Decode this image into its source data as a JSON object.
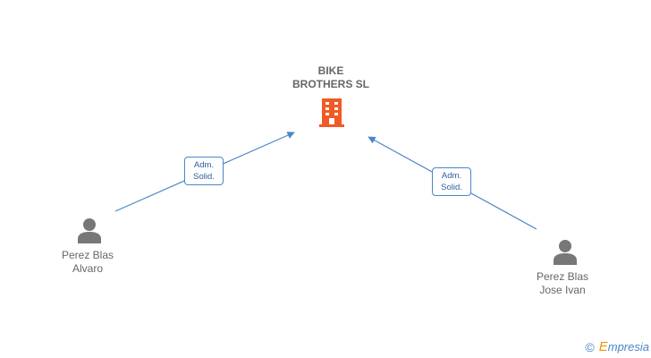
{
  "company": {
    "name_line1": "BIKE",
    "name_line2": "BROTHERS SL",
    "icon": "building-icon",
    "icon_color": "#f15a24"
  },
  "people": [
    {
      "id": "perez-blas-alvaro",
      "line1": "Perez Blas",
      "line2": "Alvaro",
      "icon": "person-icon",
      "relation": {
        "line1": "Adm.",
        "line2": "Solid."
      }
    },
    {
      "id": "perez-blas-jose-ivan",
      "line1": "Perez Blas",
      "line2": "Jose Ivan",
      "icon": "person-icon",
      "relation": {
        "line1": "Adm.",
        "line2": "Solid."
      }
    }
  ],
  "colors": {
    "edge": "#4a86c8",
    "person": "#777777",
    "label_text": "#666666"
  },
  "watermark": {
    "symbol": "©",
    "brand_first": "E",
    "brand_rest": "mpresia"
  }
}
